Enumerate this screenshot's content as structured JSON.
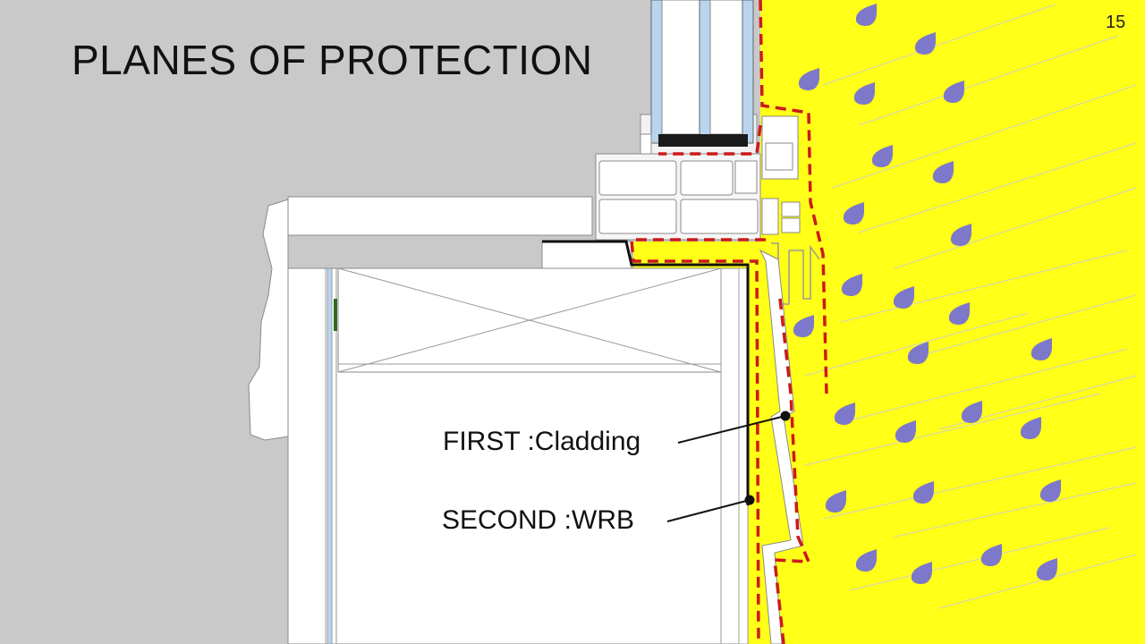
{
  "slide": {
    "title": "PLANES OF PROTECTION",
    "page_number": "15"
  },
  "callouts": {
    "first": "FIRST :Cladding",
    "second": "SECOND :WRB"
  },
  "colors": {
    "background": "#c9c9c9",
    "rain_zone": "#ffff17",
    "raindrop": "#7d78c9",
    "protection_line": "#cc1a1a",
    "wrb": "#111111",
    "frame": "#ffffff"
  },
  "icons": {
    "raindrop": "raindrop-icon"
  }
}
